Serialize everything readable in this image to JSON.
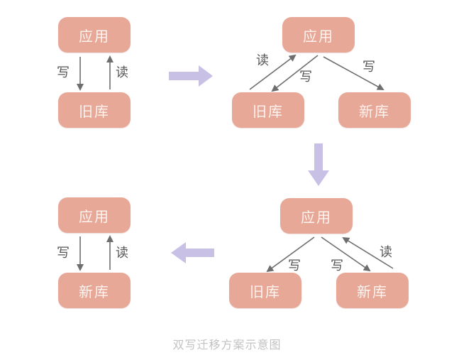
{
  "diagram": {
    "caption": "双写迁移方案示意图",
    "colors": {
      "node_fill": "#e8a898",
      "node_text": "#fdf3ef",
      "edge": "#6e6e6e",
      "flow_arrow": "#c9c0e6",
      "caption": "#c2c2c2"
    },
    "stages": [
      {
        "id": "stage-1",
        "nodes": {
          "app": "应用",
          "db_a": "旧库"
        },
        "edges": [
          {
            "from": "app",
            "to": "old_db",
            "label": "写"
          },
          {
            "from": "old_db",
            "to": "app",
            "label": "读"
          }
        ]
      },
      {
        "id": "stage-2",
        "nodes": {
          "app": "应用",
          "db_a": "旧库",
          "db_b": "新库"
        },
        "edges": [
          {
            "from": "old_db",
            "to": "app",
            "label": "读"
          },
          {
            "from": "app",
            "to": "old_db",
            "label": "写"
          },
          {
            "from": "app",
            "to": "new_db",
            "label": "写"
          }
        ]
      },
      {
        "id": "stage-3",
        "nodes": {
          "app": "应用",
          "db_a": "旧库",
          "db_b": "新库"
        },
        "edges": [
          {
            "from": "app",
            "to": "old_db",
            "label": "写"
          },
          {
            "from": "app",
            "to": "new_db",
            "label": "写"
          },
          {
            "from": "new_db",
            "to": "app",
            "label": "读"
          }
        ]
      },
      {
        "id": "stage-4",
        "nodes": {
          "app": "应用",
          "db_a": "新库"
        },
        "edges": [
          {
            "from": "app",
            "to": "new_db",
            "label": "写"
          },
          {
            "from": "new_db",
            "to": "app",
            "label": "读"
          }
        ]
      }
    ],
    "transitions": [
      {
        "from": "stage-1",
        "to": "stage-2",
        "direction": "right"
      },
      {
        "from": "stage-2",
        "to": "stage-3",
        "direction": "down"
      },
      {
        "from": "stage-3",
        "to": "stage-4",
        "direction": "left"
      }
    ]
  }
}
